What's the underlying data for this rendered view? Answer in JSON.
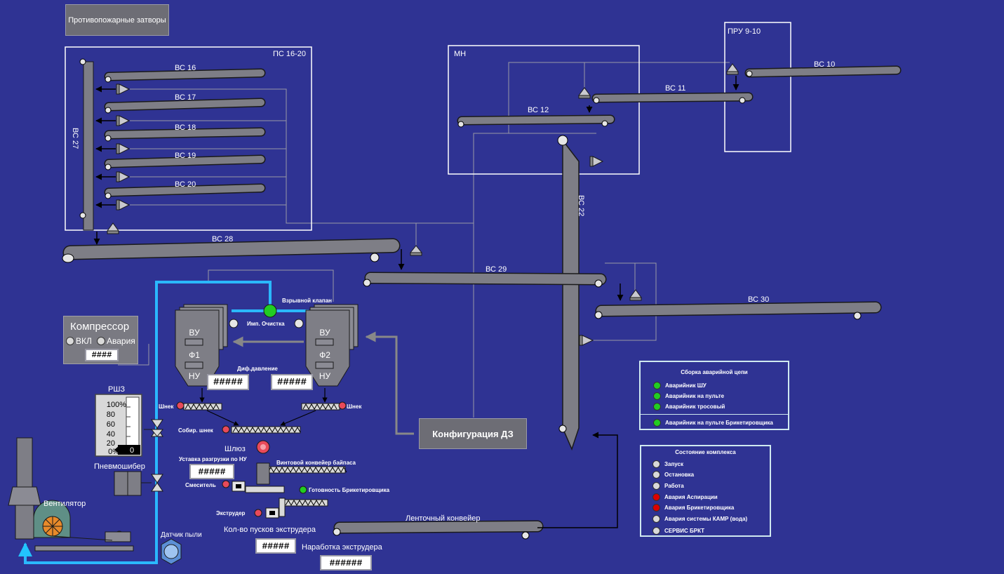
{
  "top_button": "Противопожарные затворы",
  "groups": {
    "ps": "ПС 16-20",
    "mn": "МН",
    "pru": "ПРУ 9-10"
  },
  "conveyors": {
    "vs10": "ВС 10",
    "vs11": "ВС 11",
    "vs12": "ВС 12",
    "vs16": "ВС 16",
    "vs17": "ВС 17",
    "vs18": "ВС 18",
    "vs19": "ВС 19",
    "vs20": "ВС 20",
    "vs22": "ВС 22",
    "vs27": "ВС 27",
    "vs28": "ВС 28",
    "vs29": "ВС 29",
    "vs30": "ВС 30"
  },
  "compressor": {
    "title": "Компрессор",
    "on": "ВКЛ",
    "alarm": "Авария",
    "value": "####"
  },
  "filters": {
    "explosion_valve": "Взрывной клапан",
    "pulse_clean": "Имп. Очистка",
    "f1": "Ф1",
    "f2": "Ф2",
    "vu": "ВУ",
    "nu": "НУ",
    "diff_pressure": "Диф.давление",
    "diff1": "#####",
    "diff2": "#####"
  },
  "screws": {
    "shnek": "Шнек",
    "collect": "Собир. шнек",
    "lock": "Шлюз"
  },
  "rsh": {
    "title": "РШЗ",
    "scale": [
      "100%",
      "80",
      "60",
      "40",
      "20",
      "0%"
    ],
    "value": "0"
  },
  "pneumo": "Пневмошибер",
  "fan": "Вентилятор",
  "dust_sensor": "Датчик пыли",
  "config_button": "Конфигурация ДЗ",
  "unload_setpoint": "Уставка разгрузки по НУ",
  "unload_value": "#####",
  "screw_conveyor": "Винтовой конвейер байпаса",
  "mixer": "Смеситель",
  "ready": "Готовность Брикетировщика",
  "extruder": "Экструдер",
  "belt": "Ленточный конвейер",
  "starts_label": "Кол-во пусков экструдера",
  "starts_value": "#####",
  "runtime_label": "Наработка экструдера",
  "runtime_value": "######",
  "alarm_panel": {
    "title": "Сборка аварийной цепи",
    "items": [
      "Аварийник ШУ",
      "Аварийник на пульте",
      "Аварийник тросовый",
      "Аварийник на пульте Брикетировщика"
    ],
    "colors": [
      "#22cc22",
      "#22cc22",
      "#22cc22",
      "#22cc22"
    ]
  },
  "state_panel": {
    "title": "Состояние комплекса",
    "items": [
      "Запуск",
      "Остановка",
      "Работа",
      "Авария Аспирации",
      "Авария Брикетировщика",
      "Авария системы КАМР (вода)",
      "СЕРВИС БРКТ"
    ],
    "colors": [
      "#d9d9d9",
      "#d9d9d9",
      "#d9d9d9",
      "#dd0000",
      "#dd0000",
      "#d9d9d9",
      "#d9d9d9"
    ]
  }
}
